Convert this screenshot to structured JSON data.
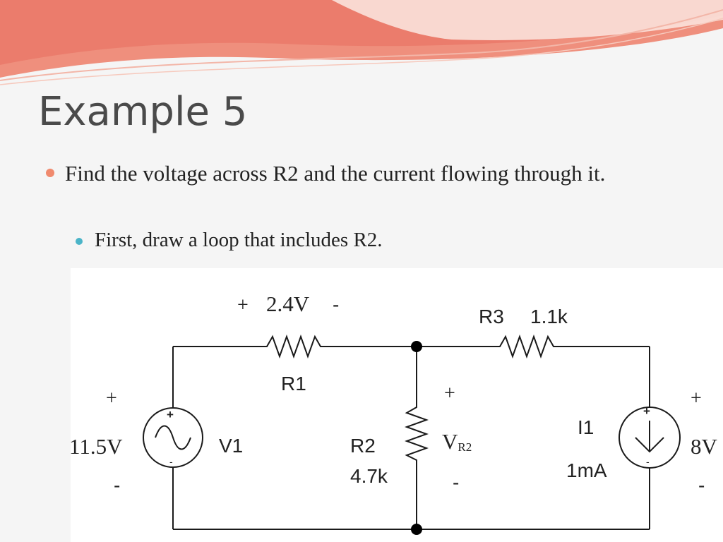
{
  "slide": {
    "title": "Example 5",
    "bullets": [
      {
        "text": "Find the voltage across R2 and the current flowing through it."
      },
      {
        "text": "First, draw a loop that includes R2."
      }
    ]
  },
  "circuit": {
    "r1": {
      "name": "R1",
      "plus": "+",
      "voltage": "2.4V",
      "minus": "-"
    },
    "r3": {
      "name": "R3",
      "value": "1.1k"
    },
    "r2": {
      "name": "R2",
      "value": "4.7k",
      "plus": "+",
      "v_main": "V",
      "v_sub": "R2",
      "minus": "-"
    },
    "v1": {
      "name": "V1",
      "value": "11.5V",
      "plus": "+",
      "minus": "-",
      "term_plus": "+",
      "term_minus": "-"
    },
    "i1": {
      "name": "I1",
      "value": "1mA",
      "plus": "+",
      "minus": "-",
      "term_plus": "+",
      "term_minus": "-"
    },
    "colors": {
      "wire": "#1a1a1a",
      "node": "#000000",
      "accent_bullet": "#f08a6e",
      "sub_bullet": "#4bb4c8"
    }
  }
}
